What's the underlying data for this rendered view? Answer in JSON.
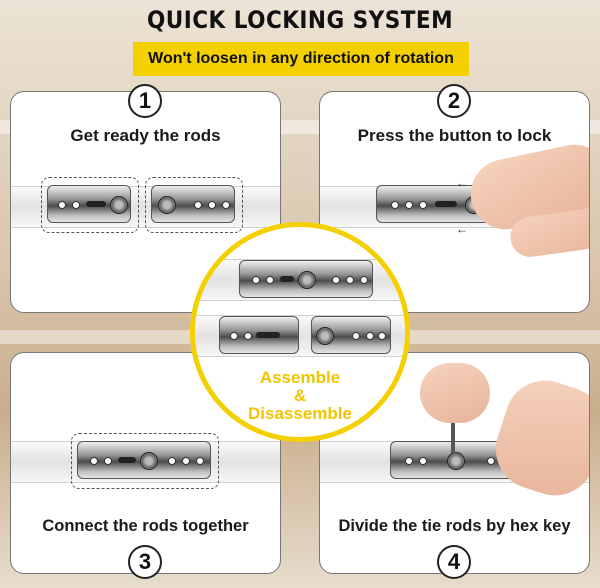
{
  "header": {
    "title": "QUICK LOCKING SYSTEM",
    "subtitle": "Won't loosen in any direction of rotation"
  },
  "steps": [
    {
      "number": "1",
      "text": "Get ready the rods"
    },
    {
      "number": "2",
      "text": "Press the button to lock"
    },
    {
      "number": "3",
      "text": "Connect the rods together"
    },
    {
      "number": "4",
      "text": "Divide the tie rods by hex key"
    }
  ],
  "center": {
    "line1": "Assemble",
    "line2": "&",
    "line3": "Disassemble",
    "accent_color": "#f5d000"
  }
}
